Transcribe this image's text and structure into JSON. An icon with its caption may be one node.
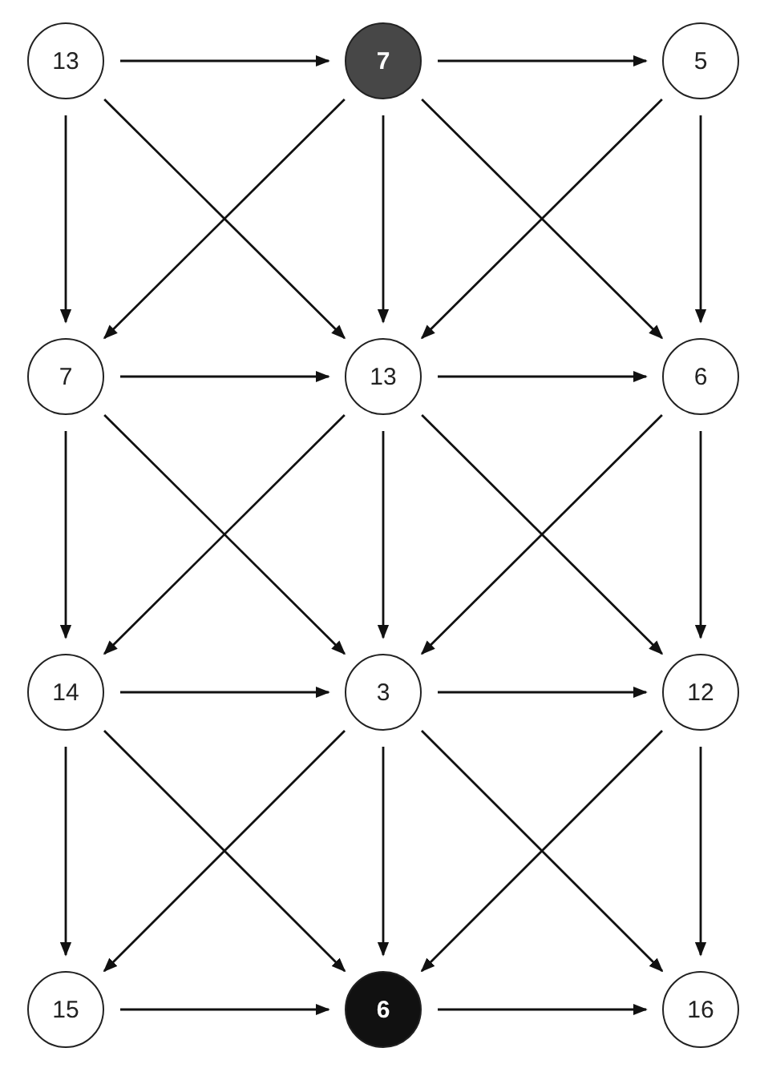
{
  "diagram": {
    "nodes": [
      {
        "text": [
          "13"
        ]
      },
      {
        "text": [
          "7"
        ]
      },
      {
        "text": [
          "5"
        ]
      },
      {
        "text": [
          "7"
        ]
      },
      {
        "text": [
          "13"
        ]
      },
      {
        "text": [
          "6"
        ]
      },
      {
        "text": [
          "14"
        ]
      },
      {
        "text": [
          "3"
        ]
      },
      {
        "text": [
          "12"
        ]
      },
      {
        "text": [
          "15"
        ]
      },
      {
        "text": [
          "6"
        ]
      },
      {
        "text": [
          "16"
        ]
      }
    ],
    "edges": [
      {
        "from": 0,
        "to": 1,
        "arrow": "to"
      },
      {
        "from": 1,
        "to": 2,
        "arrow": "to"
      },
      {
        "from": 0,
        "to": 3,
        "arrow": "to"
      },
      {
        "from": 1,
        "to": 4,
        "arrow": "to"
      },
      {
        "from": 2,
        "to": 5,
        "arrow": "to"
      },
      {
        "from": 0,
        "to": 4,
        "arrow": "to"
      },
      {
        "from": 1,
        "to": 3,
        "arrow": "to"
      },
      {
        "from": 1,
        "to": 5,
        "arrow": "to"
      },
      {
        "from": 2,
        "to": 4,
        "arrow": "to"
      },
      {
        "from": 3,
        "to": 4,
        "arrow": "to"
      },
      {
        "from": 4,
        "to": 5,
        "arrow": "to"
      },
      {
        "from": 3,
        "to": 6,
        "arrow": "to"
      },
      {
        "from": 4,
        "to": 7,
        "arrow": "to"
      },
      {
        "from": 5,
        "to": 8,
        "arrow": "to"
      },
      {
        "from": 3,
        "to": 7,
        "arrow": "to"
      },
      {
        "from": 4,
        "to": 6,
        "arrow": "to"
      },
      {
        "from": 4,
        "to": 8,
        "arrow": "to"
      },
      {
        "from": 5,
        "to": 7,
        "arrow": "to"
      },
      {
        "from": 6,
        "to": 7,
        "arrow": "to"
      },
      {
        "from": 7,
        "to": 8,
        "arrow": "to"
      },
      {
        "from": 6,
        "to": 9,
        "arrow": "to"
      },
      {
        "from": 7,
        "to": 10,
        "arrow": "to"
      },
      {
        "from": 8,
        "to": 11,
        "arrow": "to"
      },
      {
        "from": 6,
        "to": 10,
        "arrow": "to"
      },
      {
        "from": 7,
        "to": 9,
        "arrow": "to"
      },
      {
        "from": 7,
        "to": 11,
        "arrow": "to"
      },
      {
        "from": 8,
        "to": 10,
        "arrow": "to"
      },
      {
        "from": 9,
        "to": 10,
        "arrow": "to"
      },
      {
        "from": 10,
        "to": 11,
        "arrow": "to"
      }
    ]
  }
}
